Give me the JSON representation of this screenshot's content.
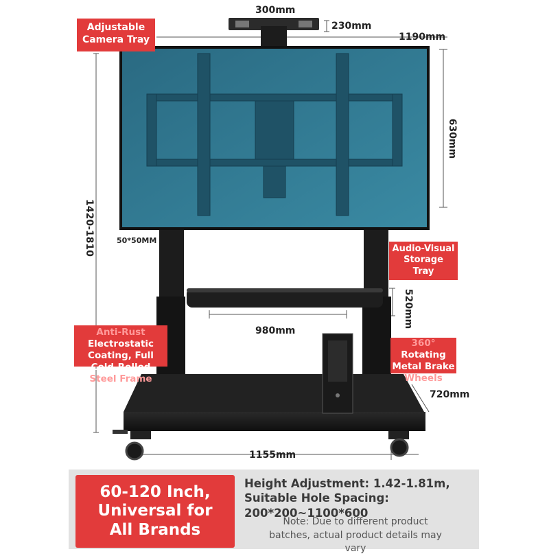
{
  "dimensions": {
    "tray_width": "300mm",
    "tray_depth": "230mm",
    "top_width": "1190mm",
    "screen_height": "630mm",
    "total_height": "1420-1810",
    "pole_section": "50*50MM",
    "shelf_height": "520mm",
    "shelf_width": "980mm",
    "base_depth": "720mm",
    "base_width": "1155mm"
  },
  "callouts": {
    "camera_tray": [
      "Adjustable",
      "Camera Tray"
    ],
    "storage_tray": [
      "Audio-Visual",
      "Storage",
      "Tray"
    ],
    "frame": [
      "Anti-Rust",
      "Electrostatic",
      "Coating, Full",
      "Cold-Rolled",
      "Steel Frame"
    ],
    "wheels": [
      "360°",
      "Rotating",
      "Metal Brake",
      "Wheels"
    ]
  },
  "promo": [
    "60-120 Inch,",
    "Universal for",
    "All Brands"
  ],
  "spec_text": [
    "Height Adjustment: 1.42-1.81m,",
    "Suitable Hole Spacing:",
    "200*200~1100*600"
  ],
  "note_text": [
    "Note: Due to different product",
    "batches, actual product details may",
    "vary"
  ],
  "colors": {
    "accent": "#e23b3b",
    "screen": "#2f6f86",
    "frame": "#1b1b1b",
    "band": "#e2e2e2"
  }
}
